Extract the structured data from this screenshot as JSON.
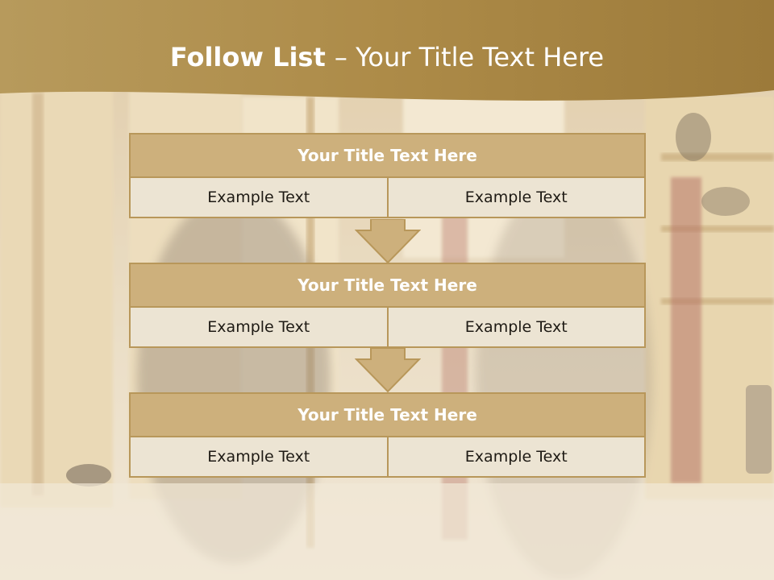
{
  "title": {
    "bold": "Follow List ",
    "rest": " – Your Title Text Here"
  },
  "blocks": [
    {
      "title": "Your Title Text Here",
      "cells": [
        "Example Text",
        "Example Text"
      ]
    },
    {
      "title": "Your Title Text Here",
      "cells": [
        "Example Text",
        "Example Text"
      ]
    },
    {
      "title": "Your Title Text Here",
      "cells": [
        "Example Text",
        "Example Text"
      ]
    }
  ],
  "colors": {
    "banner": "#a8843f",
    "block_title_fill": "#cdb07c",
    "block_border": "#b8975a",
    "cell_fill": "#ece4d3",
    "arrow_fill": "#cdb07c"
  },
  "icons": {
    "arrow": "arrow-down-icon"
  }
}
